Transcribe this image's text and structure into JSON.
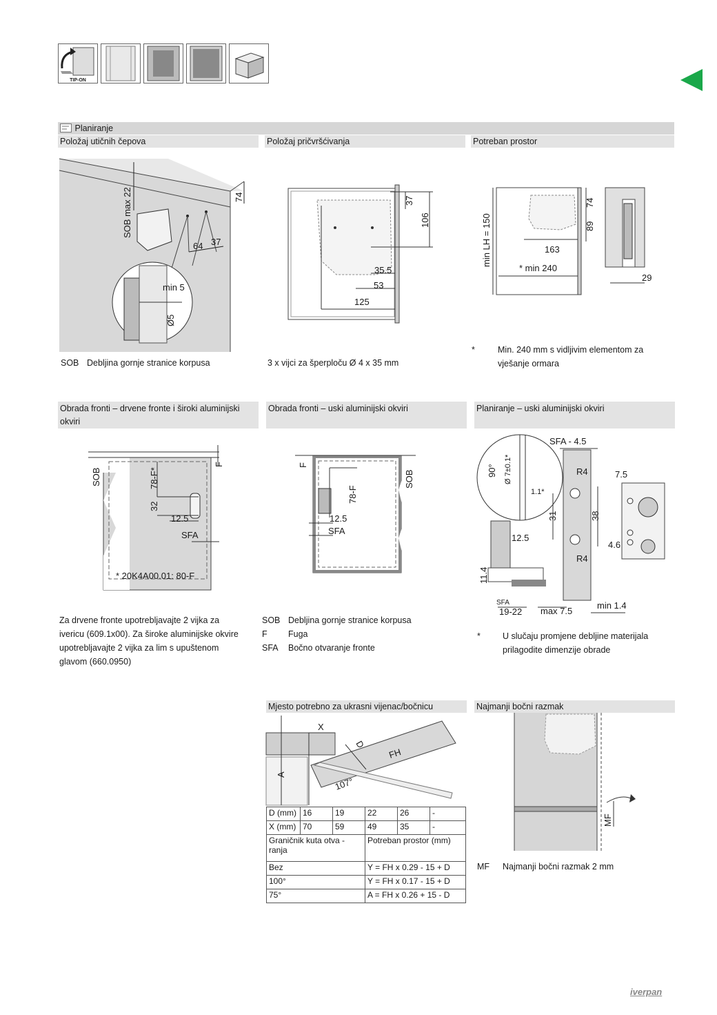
{
  "header": {
    "icons": [
      "tip-on-icon",
      "wood-front-icon",
      "wide-aluminium-frame-icon",
      "narrow-aluminium-frame-icon",
      "cabinet-cube-icon"
    ],
    "tip_on_label": "TIP-ON",
    "accent_color": "#1aa84a"
  },
  "planning": {
    "title": "Planiranje"
  },
  "sections": {
    "plug_position": {
      "title": "Položaj utičnih čepova",
      "dims": {
        "sob": "SOB max 22",
        "d74": "74",
        "d64": "64",
        "d37": "37",
        "min5": "min 5",
        "d5": "Ø5"
      },
      "legend_key": "SOB",
      "legend_text": "Debljina gornje stranice korpusa"
    },
    "mounting_position": {
      "title": "Položaj pričvršćivanja",
      "dims": {
        "d37": "37",
        "d106": "106",
        "d35_5": "35.5",
        "d53": "53",
        "d125": "125"
      },
      "note": "3 x vijci za šperploču Ø 4 x 35 mm"
    },
    "required_space": {
      "title": "Potreban prostor",
      "dims": {
        "minlh": "min LH = 150",
        "d74": "74",
        "d89": "89",
        "d163": "163",
        "min240": "* min 240",
        "d29": "29"
      },
      "note_mark": "*",
      "note": "Min. 240 mm s vidljivim elementom za vješanje ormara"
    },
    "front_wood": {
      "title": "Obrada fronti – drvene fronte i široki aluminijski okviri",
      "dims": {
        "sob": "SOB",
        "f": "F",
        "d78f": "78-F*",
        "d32": "32",
        "d12_5": "12.5",
        "sfa": "SFA",
        "code": "* 20K4A00.01: 80-F"
      },
      "note": "Za drvene fronte upotrebljavajte 2 vijka za ivericu (609.1x00). Za široke aluminijske okvire upotrebljavajte 2 vijka za lim s upuštenom glavom (660.0950)"
    },
    "front_narrow": {
      "title": "Obrada fronti – uski aluminijski okviri",
      "dims": {
        "f": "F",
        "d78f": "78-F",
        "sob": "SOB",
        "d12_5": "12.5",
        "sfa": "SFA"
      },
      "legend": [
        {
          "key": "SOB",
          "text": "Debljina gornje stranice korpusa"
        },
        {
          "key": "F",
          "text": "Fuga"
        },
        {
          "key": "SFA",
          "text": "Bočno otvaranje fronte"
        }
      ]
    },
    "planning_narrow": {
      "title": "Planiranje – uski aluminijski okviri",
      "dims": {
        "sfa45": "SFA - 4.5",
        "a90": "90°",
        "d7": "Ø 7±0.1*",
        "d11": "1.1*",
        "r4a": "R4",
        "d7_5": "7.5",
        "d31": "31",
        "d38": "38",
        "d12_5": "12.5",
        "d4_6": "4.6",
        "r4b": "R4",
        "d11_4": "11.4",
        "sfa": "SFA",
        "d19_22": "19-22",
        "max75": "max 7.5",
        "min14": "min 1.4"
      },
      "note_mark": "*",
      "note": "U slučaju promjene debljine materijala prilagodite dimenzije obrade"
    },
    "cornice": {
      "title": "Mjesto potrebno za ukrasni vijenac/bočnicu",
      "dims": {
        "x": "X",
        "d": "D",
        "fh": "FH",
        "a": "A",
        "a107": "107°"
      },
      "table": {
        "d_row": [
          "D (mm)",
          "16",
          "19",
          "22",
          "26",
          "-"
        ],
        "x_row": [
          "X (mm)",
          "70",
          "59",
          "49",
          "35",
          "-"
        ],
        "head_left": "Graničnik kuta otva - ranja",
        "head_right": "Potreban prostor (mm)",
        "rows": [
          {
            "stop": "Bez",
            "formula": "Y = FH x 0.29 - 15 + D"
          },
          {
            "stop": "100°",
            "formula": "Y = FH x 0.17 - 15 + D"
          },
          {
            "stop": "75°",
            "formula": "A = FH x 0.26 + 15 - D"
          }
        ]
      }
    },
    "side_gap": {
      "title": "Najmanji bočni razmak",
      "dims": {
        "mf": "MF"
      },
      "legend_key": "MF",
      "legend_text": "Najmanji bočni razmak 2 mm"
    }
  },
  "footer": {
    "brand": "iverpan"
  }
}
